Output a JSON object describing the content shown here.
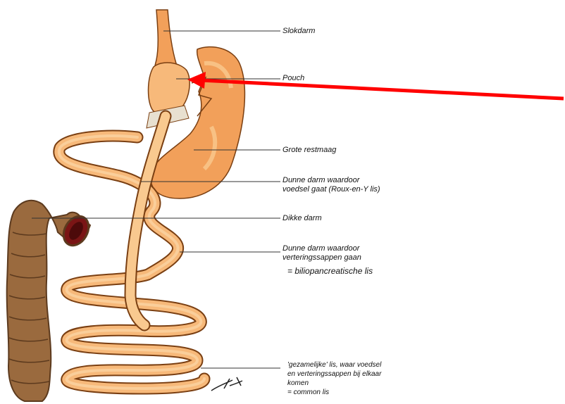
{
  "labels": {
    "slokdarm": "Slokdarm",
    "pouch": "Pouch",
    "grote_restmaag": "Grote restmaag",
    "dunne_darm_voedsel_1": "Dunne darm waardoor",
    "dunne_darm_voedsel_2": "voedsel gaat (Roux-en-Y lis)",
    "dikke_darm": "Dikke darm",
    "dunne_darm_sappen_1": "Dunne darm waardoor",
    "dunne_darm_sappen_2": "verteringssappen gaan",
    "biliopancreatische": "= biliopancreatische lis",
    "common_1": "'gezamelijke' lis, waar voedsel",
    "common_2": "en verteringssappen bij elkaar",
    "common_3": "komen",
    "common_4": "= common lis"
  },
  "colors": {
    "stomach": "#f2a05a",
    "stomach_light": "#f9c98f",
    "intestine": "#f7b97a",
    "intestine_edge": "#7a3f12",
    "colon": "#9a6a3e",
    "colon_dark": "#5c3a1e",
    "colon_lumen": "#7a1515",
    "arrow": "#ff0000",
    "leader": "#333333"
  }
}
